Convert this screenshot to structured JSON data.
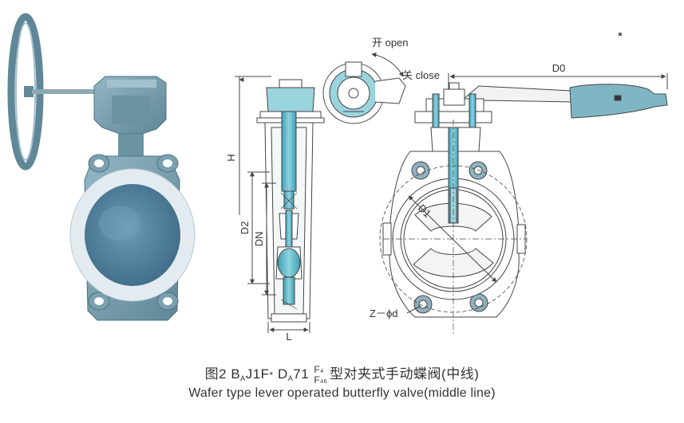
{
  "labels": {
    "open": "开 open",
    "close": "关 close",
    "D0": "D0",
    "H": "H",
    "D2": "D2",
    "DN": "DN",
    "L": "L",
    "D1": "D1",
    "Zd": "Z－ϕd"
  },
  "caption": {
    "fig": "图2",
    "b": "B",
    "a": "A",
    "j1f": "J1F",
    "star": "*",
    "d": "D",
    "seventy_one": "71",
    "f_top": "F",
    "f_top_sub": "4",
    "f_bot": "F",
    "f_bot_sub": "46",
    "cn_title": "型对夹式手动蝶阀(中线)",
    "en_title": "Wafer type lever operated butterfly valve(middle line)"
  },
  "colors": {
    "body": "#7ea4b4",
    "body_dark": "#557e90",
    "liner": "#e2eaef",
    "disc": "#4b7d9a",
    "cyan": "#4fb1c4",
    "line": "#444444",
    "handle": "#7fb6c4"
  }
}
